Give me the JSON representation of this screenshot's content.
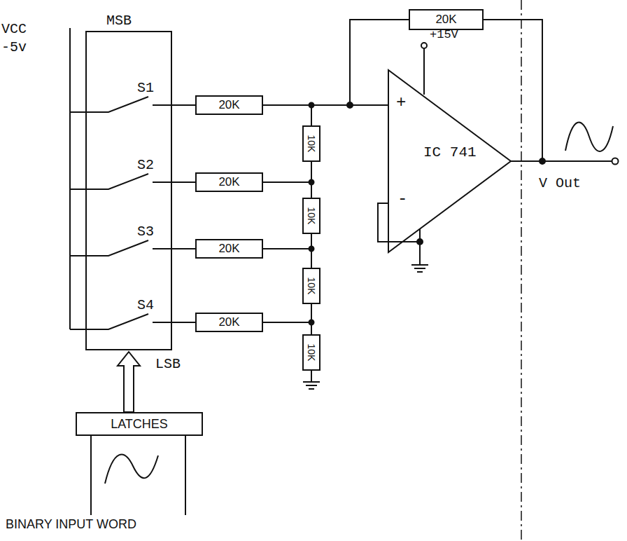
{
  "diagram": {
    "nodes": [
      {
        "text": [
          "MSB",
          "S1",
          "S2",
          "S3",
          "S4"
        ]
      },
      {
        "text": [
          "LATCHES"
        ]
      }
    ],
    "edges": [
      {
        "from": 1,
        "to": 0,
        "arrow": "to"
      }
    ],
    "labels": [
      "VCC",
      "-5v",
      "20K",
      "+15V",
      "IC 741",
      "+",
      "-",
      "V Out",
      "20K",
      "20K",
      "20K",
      "20K",
      "10K",
      "10K",
      "10K",
      "10K",
      "LSB",
      "BINARY INPUT WORD"
    ]
  }
}
